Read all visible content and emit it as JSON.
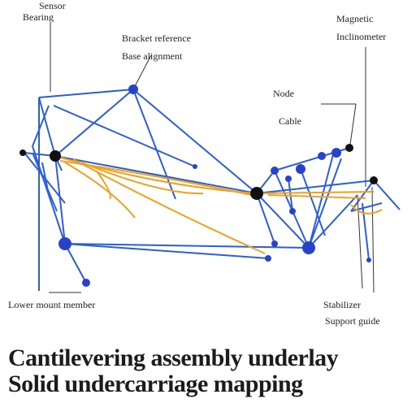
{
  "labels": {
    "top_left": [
      "Sensor",
      "Bearing"
    ],
    "upper_center": [
      "Bracket reference",
      "Base alignment"
    ],
    "top_right": [
      "Magnetic",
      "Inclinometer"
    ],
    "mid_right": [
      "Node",
      "Cable"
    ],
    "bottom_left": [
      "Lower mount member"
    ],
    "bottom_right": [
      "Stabilizer",
      "Support guide"
    ]
  },
  "heading": {
    "line1": "Cantilevering assembly underlay",
    "line2": "Solid undercarriage mapping"
  },
  "colors": {
    "blue_line": "#2b5fd6",
    "blue_node": "#2743c9",
    "orange_line": "#f0a020",
    "black_node": "#111111",
    "text": "#222222"
  }
}
